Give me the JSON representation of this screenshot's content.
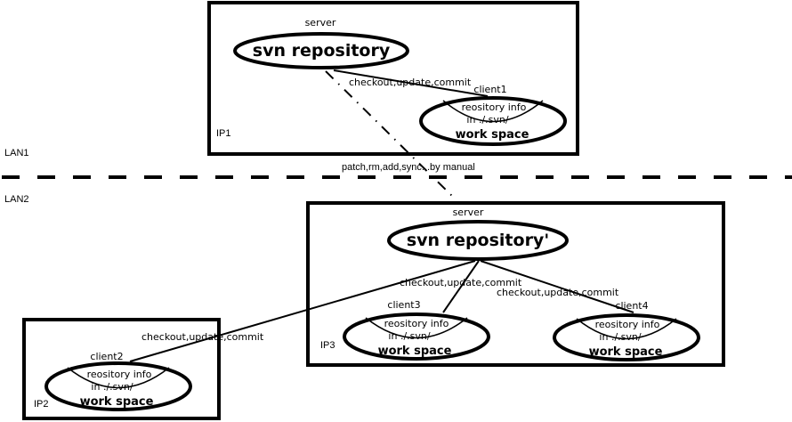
{
  "lan_labels": {
    "lan1": "LAN1",
    "lan2": "LAN2"
  },
  "sync_label": "patch,rm,add,sync...by manual",
  "hosts": {
    "ip1": {
      "label": "IP1",
      "server": {
        "role": "server",
        "title": "svn repository"
      },
      "client1": {
        "role": "client1",
        "info_line1": "reository info",
        "info_line2": "in ./.svn/",
        "workspace": "work space"
      },
      "link_label": "checkout,update,commit"
    },
    "ip3": {
      "label": "IP3",
      "server": {
        "role": "server",
        "title": "svn repository'"
      },
      "client3": {
        "role": "client3",
        "info_line1": "reository info",
        "info_line2": "in ./.svn/",
        "workspace": "work space"
      },
      "client4": {
        "role": "client4",
        "info_line1": "reository info",
        "info_line2": "in ./.svn/",
        "workspace": "work space"
      },
      "link_label_client3": "checkout,update,commit",
      "link_label_client4": "checkout,update,commit"
    },
    "ip2": {
      "label": "IP2",
      "client2": {
        "role": "client2",
        "info_line1": "reository info",
        "info_line2": "in ./.svn/",
        "workspace": "work space"
      },
      "link_label": "checkout,update,commit"
    }
  },
  "colors": {
    "stroke": "#000000",
    "background": "#ffffff"
  }
}
